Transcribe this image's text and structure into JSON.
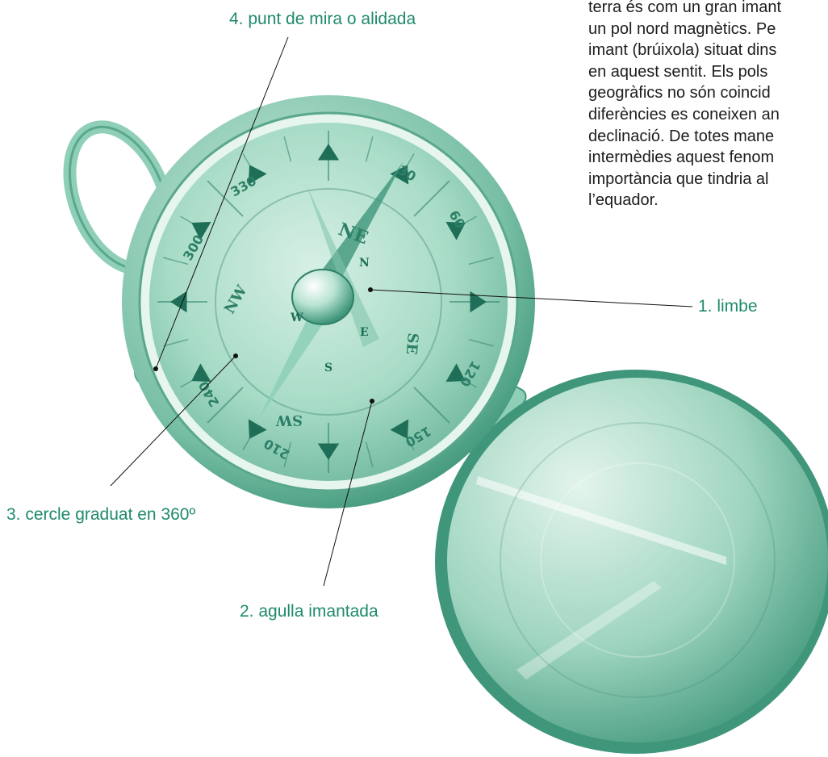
{
  "paragraph": {
    "lines": [
      "terra és com un gran imant",
      "un pol nord magnètics. Pe",
      "imant (brúixola) situat dins",
      "en aquest sentit. Els pols",
      "geogràfics no són coincid",
      "diferències es coneixen an",
      "declinació. De totes mane",
      "intermèdies aquest fenom",
      "importància que tindria al",
      "l’equador."
    ]
  },
  "labels": {
    "sight": "4. punt de mira o alidada",
    "limb": "1. limbe",
    "circle": "3. cercle graduat en 360º",
    "needle": "2. agulla imantada"
  },
  "dial": {
    "north": "N",
    "east": "E",
    "south": "S",
    "west": "W",
    "ne": "NE",
    "nw": "NW",
    "sw": "SW",
    "se": "SE",
    "deg30": "30",
    "deg60": "60",
    "deg120": "120",
    "deg150": "150",
    "deg210": "210",
    "deg240": "240",
    "deg300": "300",
    "deg330": "330"
  },
  "colors": {
    "label_green": "#1f8a6e",
    "compass_tint": "#8fcfb8",
    "compass_dark": "#2d7f67"
  }
}
